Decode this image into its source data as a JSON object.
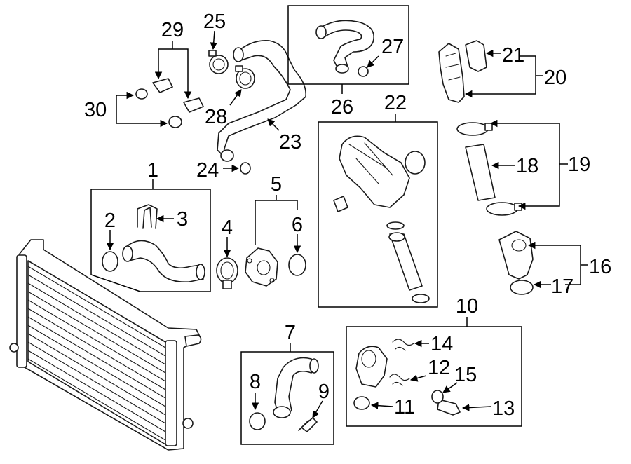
{
  "callouts": {
    "c1": "1",
    "c2": "2",
    "c3": "3",
    "c4": "4",
    "c5": "5",
    "c6": "6",
    "c7": "7",
    "c8": "8",
    "c9": "9",
    "c10": "10",
    "c11": "11",
    "c12": "12",
    "c13": "13",
    "c14": "14",
    "c15": "15",
    "c16": "16",
    "c17": "17",
    "c18": "18",
    "c19": "19",
    "c20": "20",
    "c21": "21",
    "c22": "22",
    "c23": "23",
    "c24": "24",
    "c25": "25",
    "c26": "26",
    "c27": "27",
    "c28": "28",
    "c29": "29",
    "c30": "30"
  },
  "colors": {
    "line": "#000000",
    "part_shade": "#e9e9e9",
    "background": "#ffffff"
  }
}
